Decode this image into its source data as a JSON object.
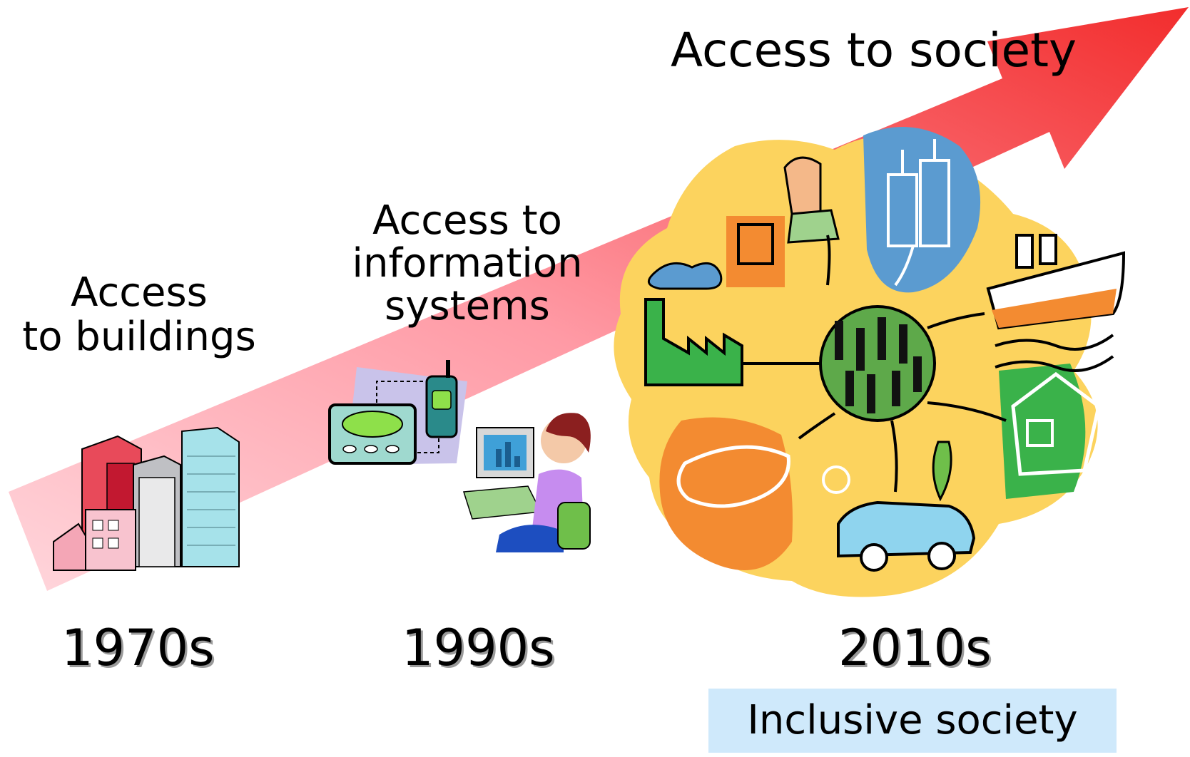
{
  "labels": {
    "top": "Access to society",
    "info": [
      "Access to",
      "information",
      "systems"
    ],
    "buildings": [
      "Access",
      "to buildings"
    ]
  },
  "decades": [
    "1970s",
    "1990s",
    "2010s"
  ],
  "badge": "Inclusive society",
  "colors": {
    "arrow_start": "#ffd6dc",
    "arrow_end": "#f22d2d",
    "blob_yellow": "#fcd35e",
    "blob_orange": "#f38b31",
    "blob_blue": "#5b9bd0",
    "blob_green": "#3ab24a",
    "badge_bg": "#cfe9fb"
  },
  "icons": [
    "buildings-icon",
    "pager-phone-icon",
    "computer-user-icon",
    "society-collage-icon"
  ]
}
